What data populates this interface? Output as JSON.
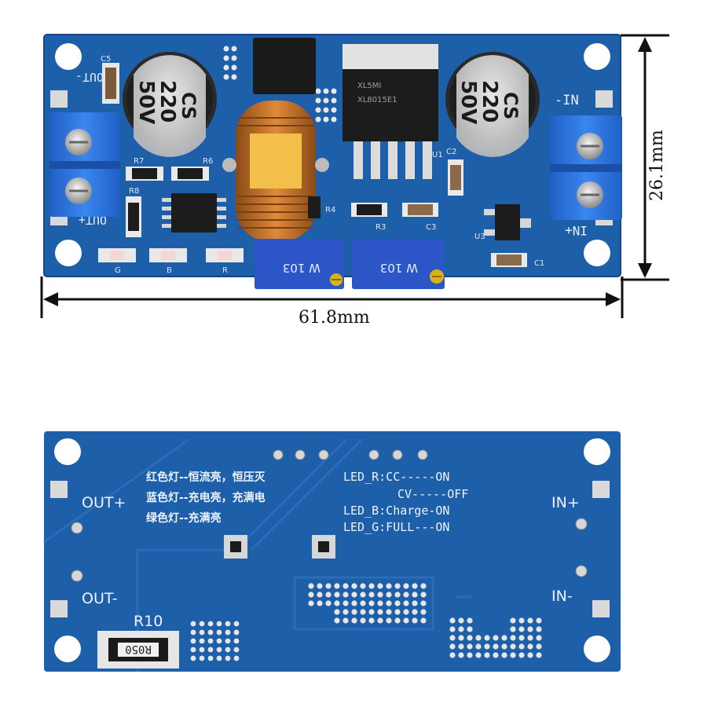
{
  "dimensions": {
    "height_label": "26.1mm",
    "width_label": "61.8mm"
  },
  "top_board": {
    "labels": {
      "out_minus": "OUT-",
      "out_plus": "OUT+",
      "in_minus": "-IN",
      "in_plus": "IN+",
      "c5": "C5",
      "c1": "C1",
      "c2": "C2",
      "c3": "C3",
      "r3": "R3",
      "r4": "R4",
      "r6": "R6",
      "r7": "R7",
      "r8": "R8",
      "u1": "U1",
      "u3": "U3",
      "led_g": "G",
      "led_b": "B",
      "led_r": "R"
    },
    "capacitor_left": {
      "line1": "CS",
      "line2": "220",
      "line3": "50V"
    },
    "capacitor_right": {
      "line1": "CS",
      "line2": "220",
      "line3": "50V"
    },
    "chip": {
      "line1": "XL5MI",
      "line2": "XL8015E1"
    },
    "pot_left": "W 103",
    "pot_right": "W 103"
  },
  "bottom_board": {
    "labels": {
      "out_plus": "OUT+",
      "out_minus": "OUT-",
      "in_plus": "IN+",
      "in_minus": "IN-",
      "r10": "R10",
      "resistor_value": "R050"
    },
    "chinese_notes": [
      "红色灯--恒流亮，恒压灭",
      "蓝色灯--充电亮，充满电",
      "绿色灯--充满亮"
    ],
    "led_notes": [
      "LED_R:CC-----ON",
      "CV-----OFF",
      "LED_B:Charge-ON",
      "LED_G:FULL---ON"
    ]
  },
  "colors": {
    "pcb": "#1d5fa8",
    "pcb_dark": "#174e8f",
    "terminal": "#2a6fd6",
    "copper": "#c8742a",
    "cap_body": "#2a2a2a",
    "cap_top": "#d9d9d9"
  }
}
